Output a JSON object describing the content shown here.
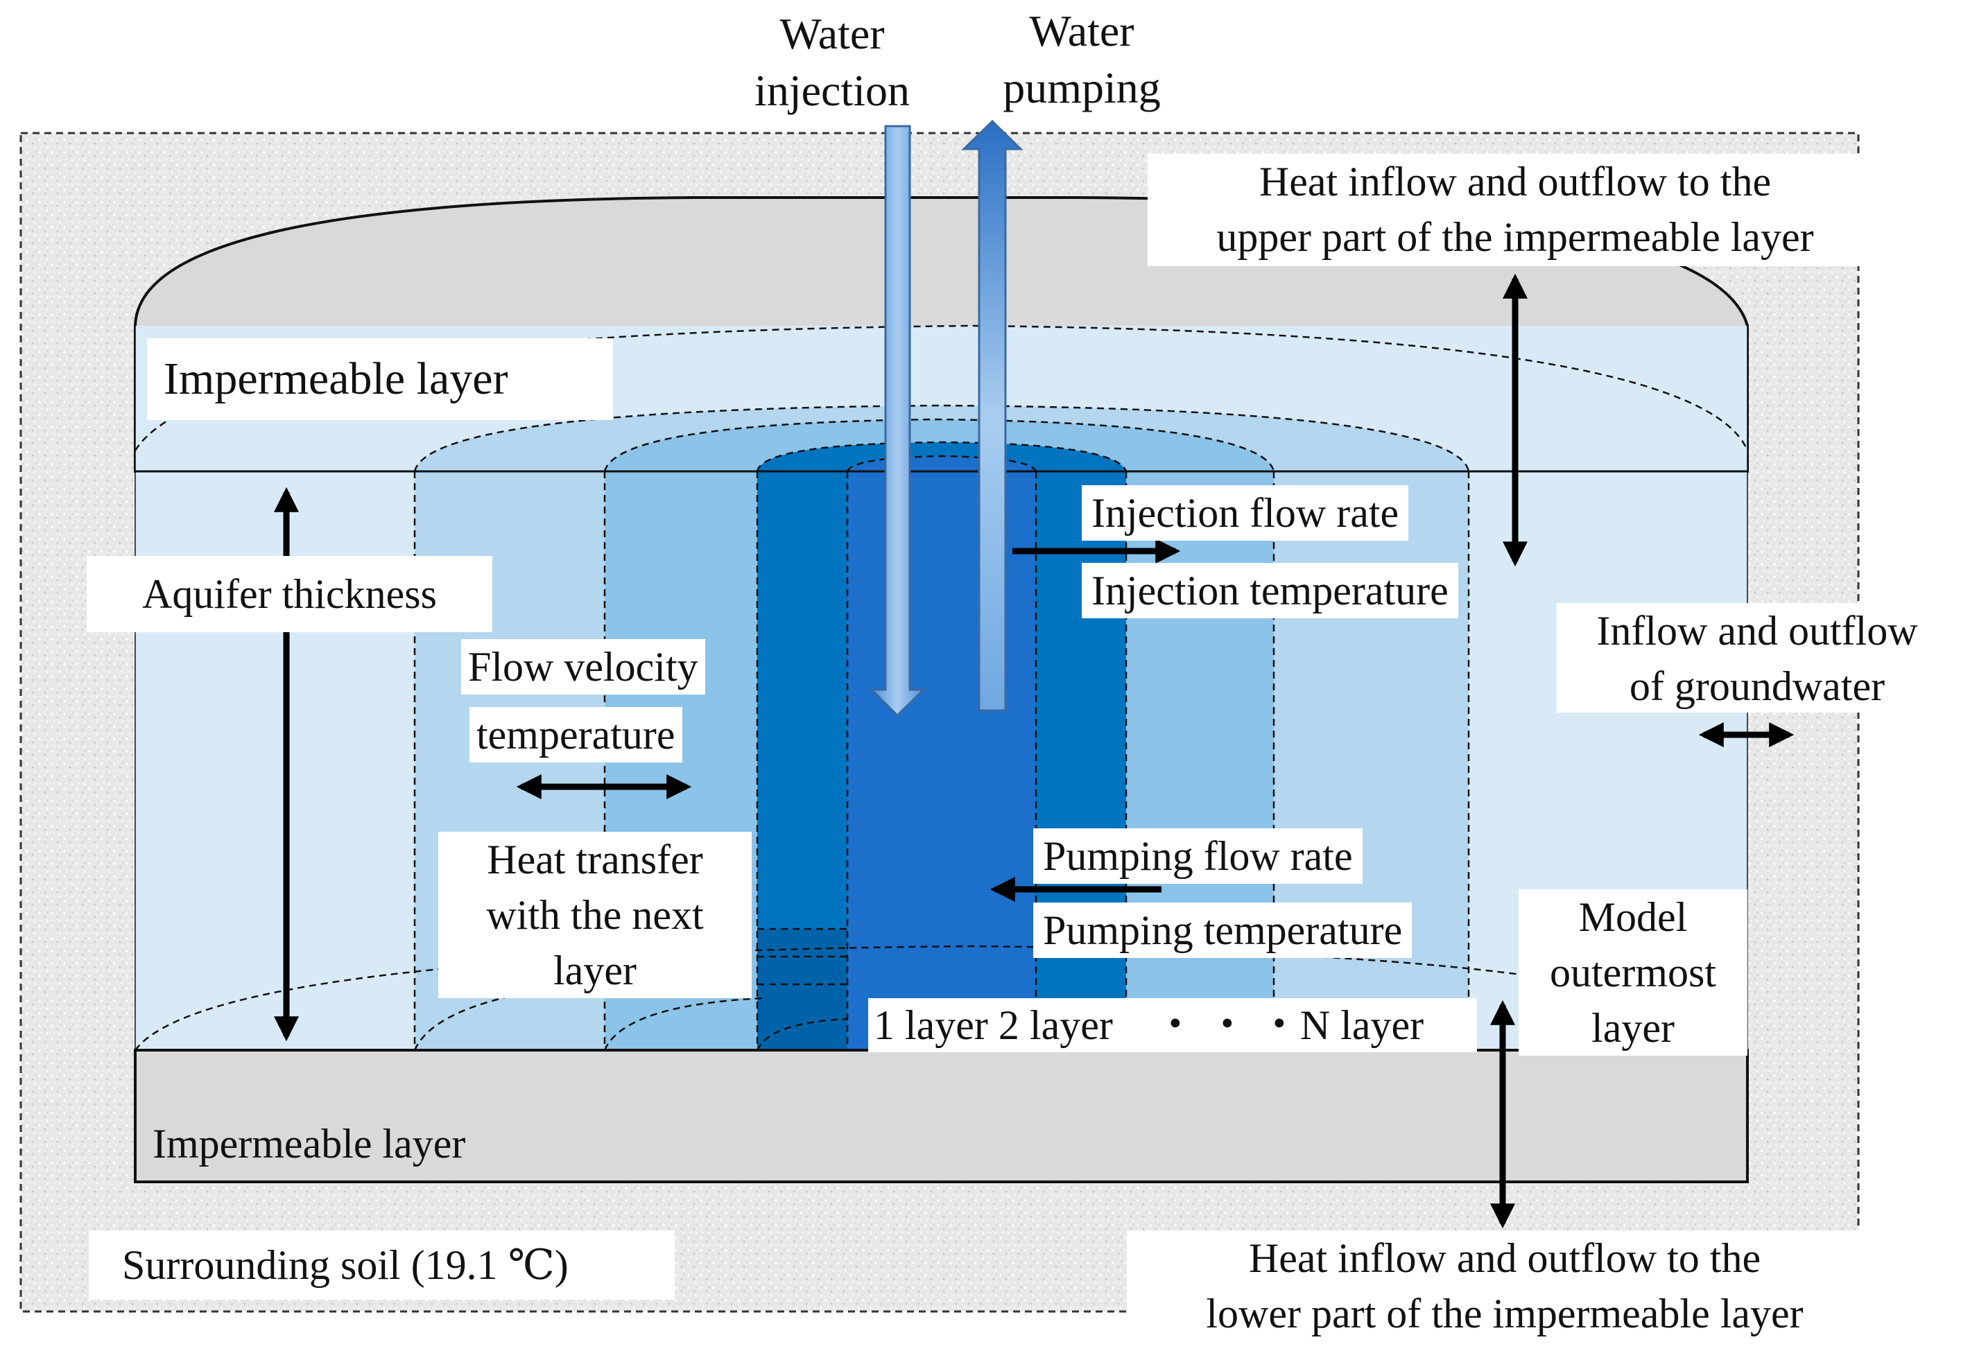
{
  "labels": {
    "water_injection_1": "Water",
    "water_injection_2": "injection",
    "water_pumping_1": "Water",
    "water_pumping_2": "pumping",
    "heat_upper_1": "Heat inflow and outflow to the",
    "heat_upper_2": "upper part of the impermeable layer",
    "impermeable_top": "Impermeable  layer",
    "injection_flow_rate": "Injection flow rate",
    "injection_temperature": "Injection temperature",
    "aquifer_thickness": "Aquifer thickness",
    "groundwater_1": "Inflow and outflow",
    "groundwater_2": "of groundwater",
    "flow_velocity": "Flow  velocity",
    "temperature": "temperature",
    "heat_transfer_1": "Heat transfer",
    "heat_transfer_2": "with the next",
    "heat_transfer_3": "layer",
    "pumping_flow_rate": "Pumping flow rate",
    "pumping_temperature": "Pumping temperature",
    "model_outermost_1": "Model",
    "model_outermost_2": "outermost",
    "model_outermost_3": "layer",
    "layers_row": "1 layer 2 layer    ・ ・ ・N layer",
    "impermeable_bottom": "Impermeable layer",
    "surrounding_soil": "Surrounding soil (19.1 ℃)",
    "heat_lower_1": "Heat inflow and outflow to the",
    "heat_lower_2": "lower part of the impermeable layer"
  },
  "colors": {
    "soil": "#e6e6e6",
    "impermeable": "#d9d9d9",
    "outer_layer": "#d9eaf7",
    "layer_3": "#b4d6ef",
    "layer_2": "#8cc3e8",
    "layer_1": "#0074bf",
    "core": "#1d6fcc"
  }
}
